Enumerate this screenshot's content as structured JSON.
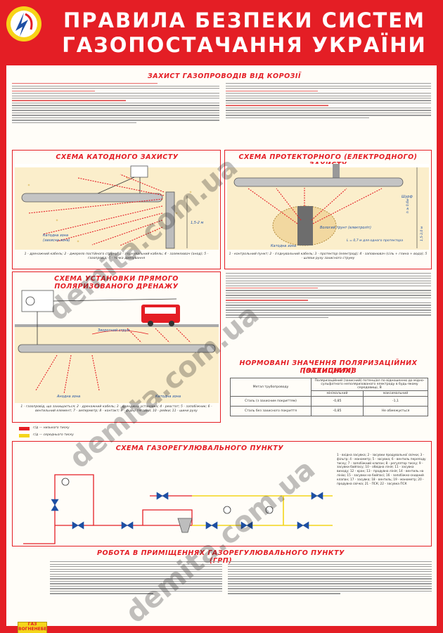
{
  "header": {
    "title_line1": "ПРАВИЛА БЕЗПЕКИ СИСТЕМ",
    "title_line2": "ГАЗОПОСТАЧАННЯ УКРАЇНИ"
  },
  "sections": {
    "protection": "ЗАХИСТ ГАЗОПРОВОДІВ ВІД КОРОЗІЇ",
    "cathodic": "СХЕМА КАТОДНОГО ЗАХИСТУ",
    "protector": "СХЕМА ПРОТЕКТОРНОГО (ЕЛЕКТРОДНОГО) ЗАХИСТУ",
    "drainage": "СХЕМА УСТАНОВКИ ПРЯМОГО ПОЛЯРИЗОВАНОГО ДРЕНАЖУ",
    "norms_line1": "НОРМОВАНІ ЗНАЧЕННЯ ПОЛЯРИЗАЦІЙНИХ (ЗАХИСНИХ)",
    "norms_line2": "ПОТЕНЦІАЛІВ",
    "regulating": "СХЕМА ГАЗОРЕГУЛЮВАЛЬНОГО ПУНКТУ",
    "work": "РОБОТА В ПРИМІЩЕННЯХ ГАЗОРЕГУЛЮВАЛЬНОГО ПУНКТУ (ГРП)"
  },
  "cathodic_diagram": {
    "dim": "1,5-2 м",
    "zone": "Катодна зона",
    "zone_sub": "(захисна зона)"
  },
  "protector_diagram": {
    "label_shurf": "Шурф",
    "label_soil": "Вологий ґрунт (електроліт)",
    "label_zone": "Катодна зона",
    "label_length": "L = 0,7 м для одного протектора",
    "dim1": "h ≥ 0,6м",
    "dim2": "1,5-3,0 м"
  },
  "drainage_diagram": {
    "label_return": "Зворотний струм",
    "label_anode": "Анодна зона",
    "label_cathode": "Катодна зона"
  },
  "captions": {
    "cathodic": "1 - дренажний кабель; 2 - джерело постійного струму; 3 - з'єднувальний кабель; 4 - заземлювач (анод); 5 - газопровід; 6 - точка дренування",
    "protector": "1 - контрольний пункт; 2 - з'єднувальний кабель; 3 - протектор (електрод); 4 - заповнювач (сіль + глина + вода); 5 - шляхи руху захисного струму",
    "drainage": "1 - газопровід, що захищається; 2 - дренажний кабель; 3 - дренажна установка; 4 - реостат; 5 - запобіжник; 6 - вентильний елемент; 7 - амперметр; 8 - контакт; 9 - фідер тяговий; 10 - рейки; 11 - шини руху"
  },
  "legend": {
    "low": "г/д — низького тиску",
    "medium": "г/д — середнього тиску"
  },
  "norms_table": {
    "h_pipe": "Метал трубопроводу",
    "h_potential": "Поляризаційний (захисний) потенціал по відношенню до мідно-сульфатного неполяризованого електроду в будь-якому середовищі, В",
    "h_min": "мінімальний",
    "h_max": "максимальний",
    "r1_pipe": "Сталь (з захисним покриттям)",
    "r1_min": "-0,85",
    "r1_max": "-1,1",
    "r2_pipe": "Сталь без захисного покриття",
    "r2_min": "-0,85",
    "r2_max": "Не обмежується"
  },
  "regulating_legend": "1 - вхідна засувка; 2 - засувки продувальної свічки; 3 - фільтр; 4 - манометр; 5 - засувка; 6 - вентиль перепаду тиску; 7 - запобіжний клапан; 8 - регулятор тиску; 9 - засувки байпасу; 10 - обвідна лінія; 11 - засувка виходу; 12 - кран; 13 - продувна лінія; 14 - вентиль на лінію; 15 - засувки на байпасі; 16 - запобіжно-скидний клапан; 17 - засувка; 18 - вентиль; 19 - манометр; 20 - продувна свічка; 21 - ПСК; 22 - засувка ПСК",
  "warning_box": "ГАЗ ВОГНЕНЕБЕЗПЕЧНО",
  "watermark": "demita.com.ua"
}
